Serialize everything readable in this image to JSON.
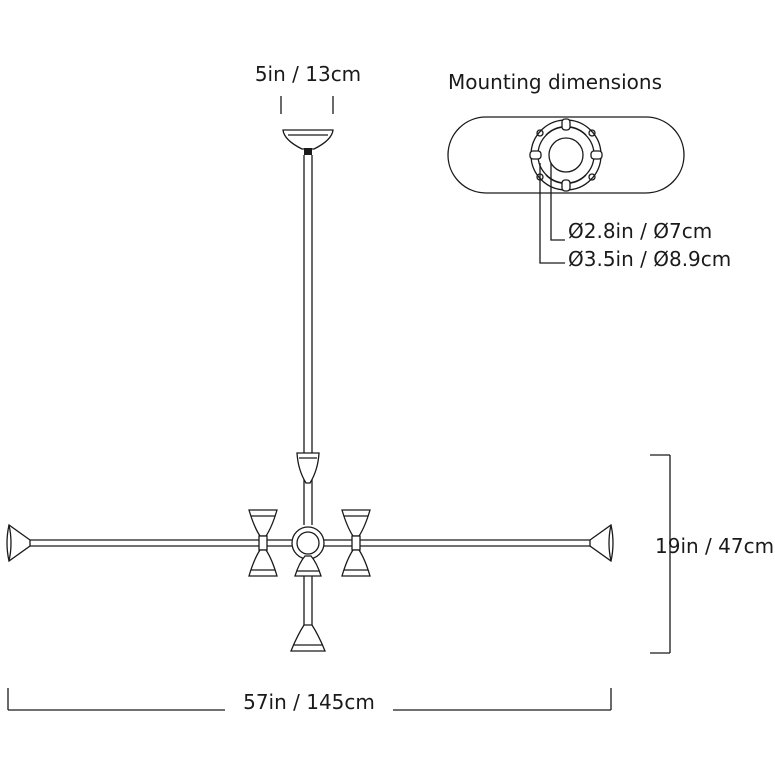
{
  "canopy_width": "5in / 13cm",
  "mounting": {
    "title": "Mounting dimensions",
    "inner_diameter": "Ø2.8in / Ø7cm",
    "outer_diameter": "Ø3.5in / Ø8.9cm"
  },
  "height": "19in / 47cm",
  "width": "57in / 145cm"
}
